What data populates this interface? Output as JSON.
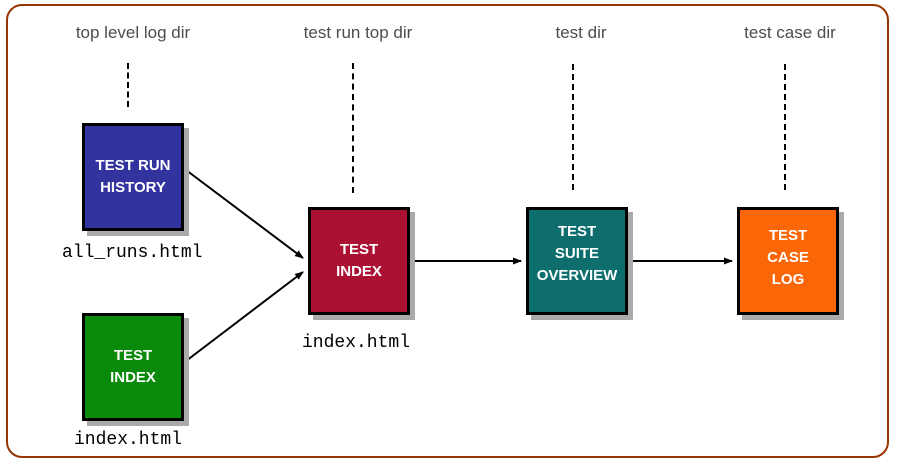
{
  "page": {
    "border_color": "#993300",
    "background_color": "#ffffff",
    "shadow_color": "#aaaaaa"
  },
  "columns": [
    {
      "label": "top level log dir"
    },
    {
      "label": "test run top dir"
    },
    {
      "label": "test dir"
    },
    {
      "label": "test case dir"
    }
  ],
  "nodes": [
    {
      "id": "test-run-history",
      "label": "TEST RUN\nHISTORY",
      "color": "#3333a0",
      "file_label": "all_runs.html"
    },
    {
      "id": "test-index-toplevel",
      "label": "TEST\nINDEX",
      "color": "#0a8a0a",
      "file_label": "index.html"
    },
    {
      "id": "test-index-run",
      "label": "TEST\nINDEX",
      "color": "#aa1133",
      "file_label": "index.html"
    },
    {
      "id": "test-suite-overview",
      "label": "TEST\nSUITE\nOVERVIEW",
      "color": "#0e6e6e"
    },
    {
      "id": "test-case-log",
      "label": "TEST\nCASE\nLOG",
      "color": "#fb6606"
    }
  ],
  "arrows": [
    {
      "from": "test-run-history",
      "to": "test-index-run"
    },
    {
      "from": "test-index-toplevel",
      "to": "test-index-run"
    },
    {
      "from": "test-index-run",
      "to": "test-suite-overview"
    },
    {
      "from": "test-suite-overview",
      "to": "test-case-log"
    }
  ]
}
